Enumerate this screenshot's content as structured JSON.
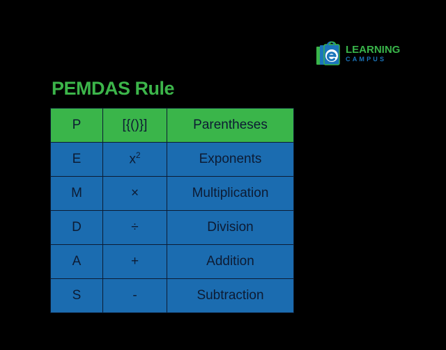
{
  "logo": {
    "mark_icon": "e-book-logo-icon",
    "line1": "LEARNING",
    "line2": "CAMPUS",
    "line1_color": "#39b54a",
    "line2_color": "#1b75bb"
  },
  "title": {
    "text": "PEMDAS Rule",
    "color": "#3cb54a"
  },
  "table": {
    "columns": [
      "letter",
      "symbol",
      "name"
    ],
    "header_row_color": "#3ab54a",
    "body_row_color": "#1b6cb0",
    "text_color": "#0d1b33",
    "rows": [
      {
        "letter": "P",
        "symbol": "[{()}]",
        "symbol_sup": "",
        "name": "Parentheses",
        "color": "#3ab54a"
      },
      {
        "letter": "E",
        "symbol": "x",
        "symbol_sup": "2",
        "name": "Exponents",
        "color": "#1b6cb0"
      },
      {
        "letter": "M",
        "symbol": "×",
        "symbol_sup": "",
        "name": "Multiplication",
        "color": "#1b6cb0"
      },
      {
        "letter": "D",
        "symbol": "÷",
        "symbol_sup": "",
        "name": "Division",
        "color": "#1b6cb0"
      },
      {
        "letter": "A",
        "symbol": "+",
        "symbol_sup": "",
        "name": "Addition",
        "color": "#1b6cb0"
      },
      {
        "letter": "S",
        "symbol": "-",
        "symbol_sup": "",
        "name": "Subtraction",
        "color": "#1b6cb0"
      }
    ]
  },
  "background_color": "#000000"
}
